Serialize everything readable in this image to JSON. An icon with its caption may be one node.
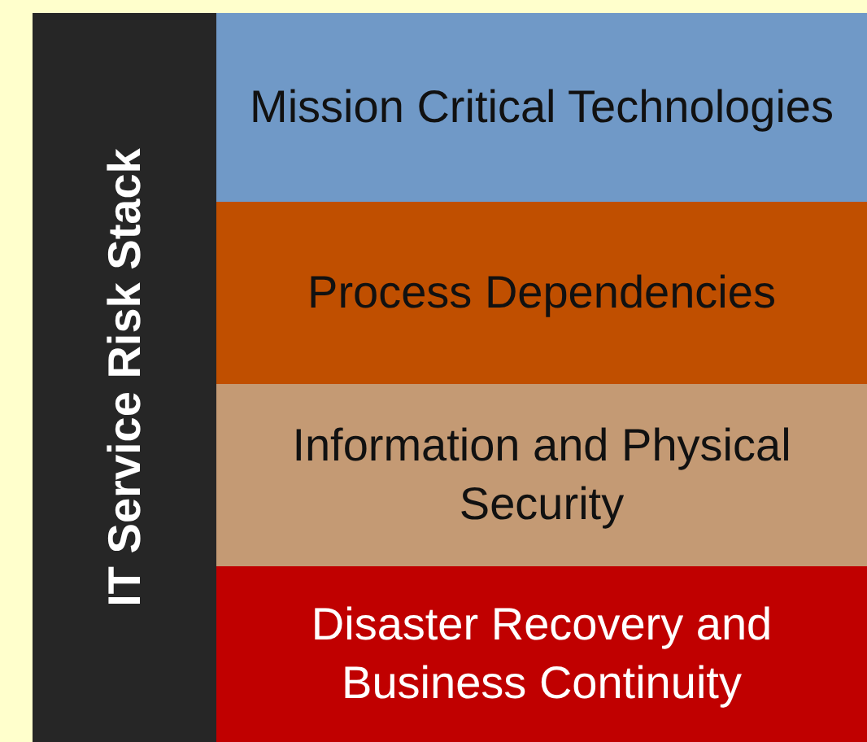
{
  "diagram": {
    "nodes": [
      {
        "text": [
          "IT Service Risk Stack"
        ]
      },
      {
        "text": [
          "Mission Critical Technologies"
        ]
      },
      {
        "text": [
          "Process Dependencies"
        ]
      },
      {
        "text": [
          "Information and Physical Security"
        ]
      },
      {
        "text": [
          "Disaster Recovery and Business Continuity"
        ]
      }
    ]
  }
}
